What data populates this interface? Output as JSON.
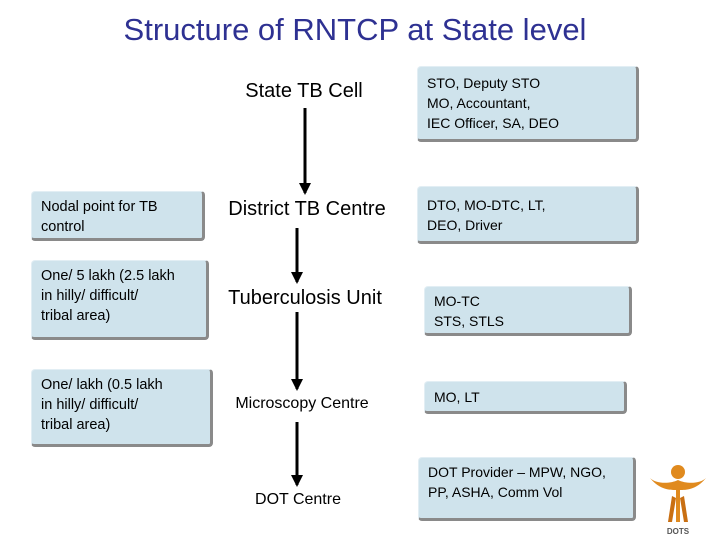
{
  "title": "Structure of RNTCP at State level",
  "levels": [
    {
      "label": "State TB Cell"
    },
    {
      "label": "District TB Centre"
    },
    {
      "label": "Tuberculosis Unit"
    },
    {
      "label": "Microscopy Centre"
    },
    {
      "label": "DOT Centre"
    }
  ],
  "staff": [
    "STO, Deputy STO\nMO, Accountant,\nIEC Officer, SA, DEO",
    "DTO, MO-DTC, LT,\nDEO, Driver",
    "MO-TC\nSTS, STLS",
    "MO, LT",
    "DOT Provider – MPW, NGO,\nPP, ASHA, Comm Vol"
  ],
  "criteria": [
    "Nodal point for TB\ncontrol",
    "One/ 5 lakh (2.5 lakh\nin hilly/ difficult/\ntribal area)",
    "One/ lakh (0.5 lakh\nin hilly/ difficult/\ntribal area)"
  ],
  "logo": {
    "text": "DOTS"
  },
  "colors": {
    "title": "#2e3192",
    "box_fill": "#cfe3ec",
    "box_shadow": "#8a8a8a",
    "logo": "#e08a1e"
  }
}
